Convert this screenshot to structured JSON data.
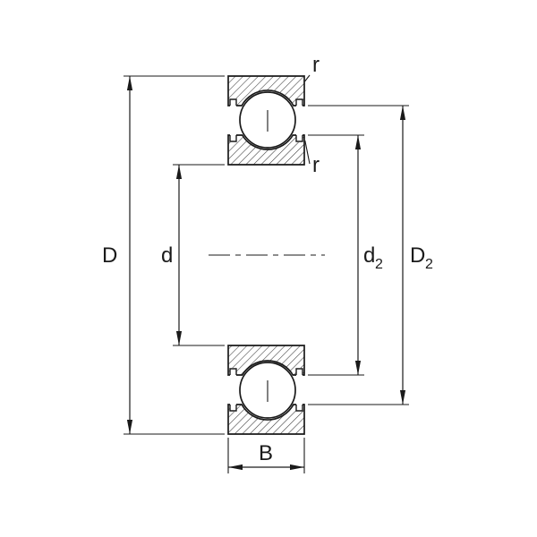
{
  "colors": {
    "line": "#1a1a1a",
    "background": "#ffffff"
  },
  "labels": {
    "outer_diameter": "D",
    "bore": "d",
    "inner_shoulder_base": "d",
    "inner_shoulder_sub": "2",
    "outer_shoulder_base": "D",
    "outer_shoulder_sub": "2",
    "width": "B",
    "radius_top": "r",
    "radius_inner": "r"
  }
}
